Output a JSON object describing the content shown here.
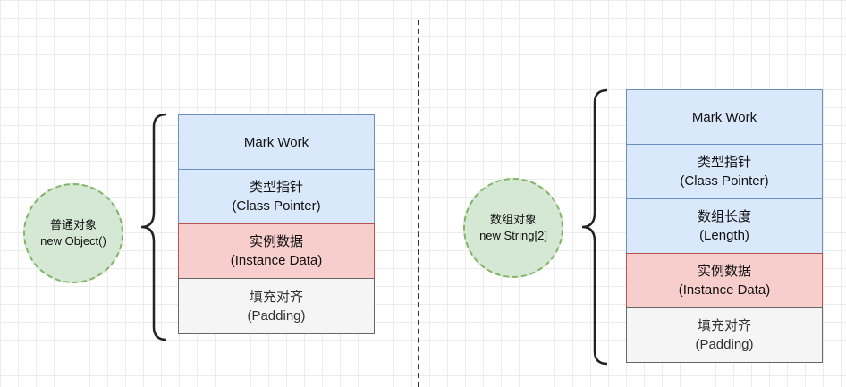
{
  "left": {
    "circle": {
      "line1": "普通对象",
      "line2": "new Object()"
    },
    "cells": [
      {
        "line1": "Mark Work",
        "line2": ""
      },
      {
        "line1": "类型指针",
        "line2": "(Class Pointer)"
      },
      {
        "line1": "实例数据",
        "line2": "(Instance Data)"
      },
      {
        "line1": "填充对齐",
        "line2": "(Padding)"
      }
    ]
  },
  "right": {
    "circle": {
      "line1": "数组对象",
      "line2": "new String[2]"
    },
    "cells": [
      {
        "line1": "Mark Work",
        "line2": ""
      },
      {
        "line1": "类型指针",
        "line2": "(Class Pointer)"
      },
      {
        "line1": "数组长度",
        "line2": "(Length)"
      },
      {
        "line1": "实例数据",
        "line2": "(Instance Data)"
      },
      {
        "line1": "填充对齐",
        "line2": "(Padding)"
      }
    ]
  },
  "colors": {
    "header_fill": "#dae8fc",
    "header_stroke": "#6c8ebf",
    "data_fill": "#f8cecc",
    "data_stroke": "#b85450",
    "padding_fill": "#f5f5f5",
    "padding_stroke": "#666666",
    "node_fill": "#d5e8d4",
    "node_stroke": "#82b366"
  }
}
